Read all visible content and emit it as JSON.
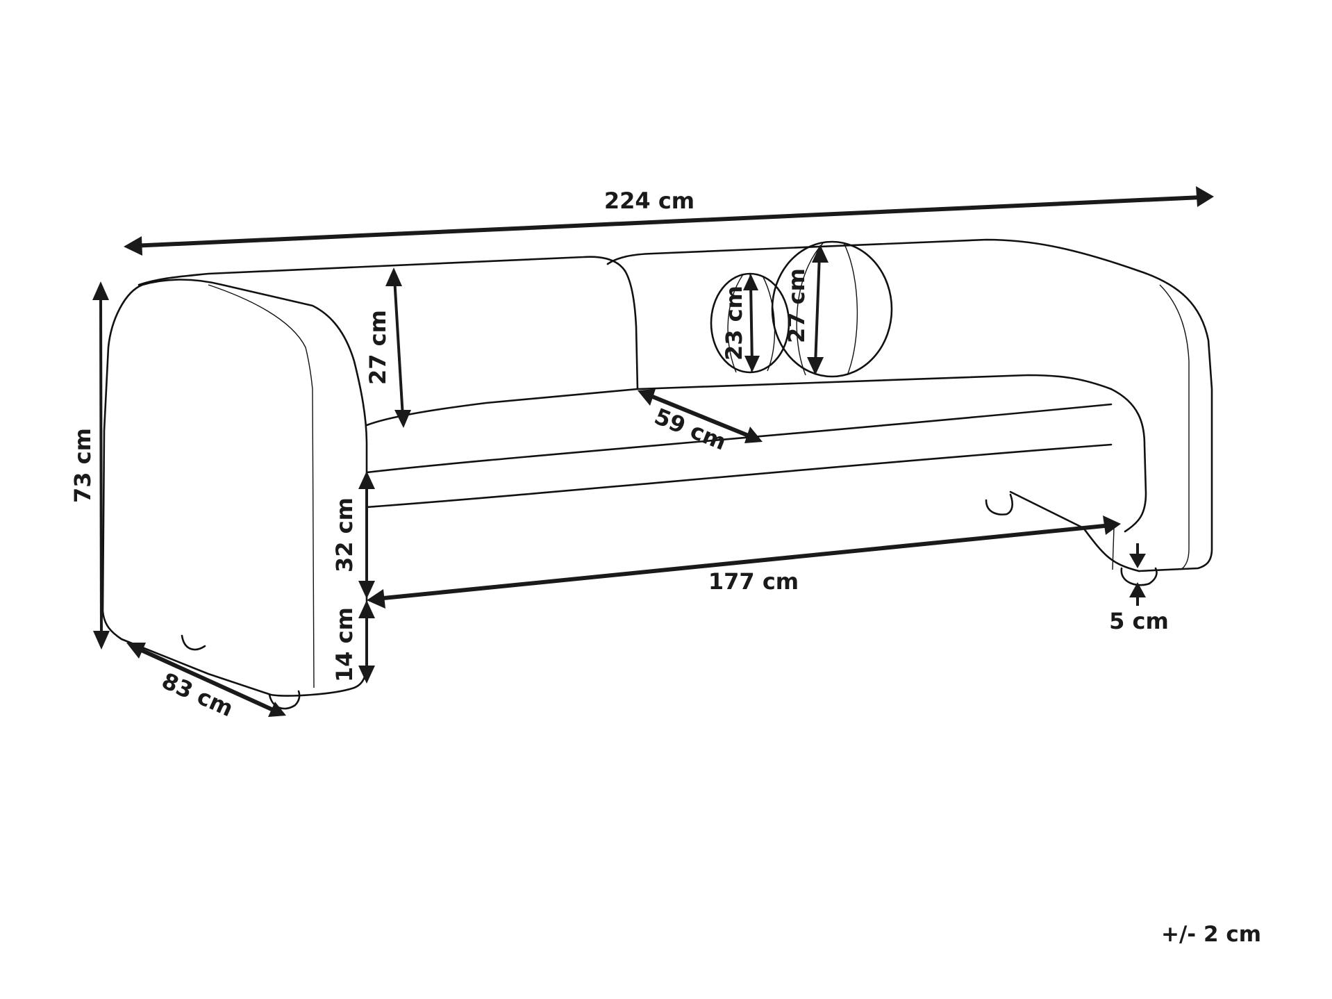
{
  "diagram": {
    "subject": "Sofa with two round cushions - dimension drawing",
    "line_color": "#1a1a1a",
    "background": "#ffffff",
    "dimensions": {
      "total_width": "224 cm",
      "total_height": "73 cm",
      "depth": "83 cm",
      "backrest_height": "27 cm",
      "seat_depth": "59 cm",
      "seat_height": "32 cm",
      "ground_clearance": "14 cm",
      "seat_width": "177 cm",
      "leg_height": "5 cm",
      "small_cushion_diameter": "23 cm",
      "large_cushion_diameter": "27 cm"
    },
    "tolerance": "+/- 2 cm"
  }
}
